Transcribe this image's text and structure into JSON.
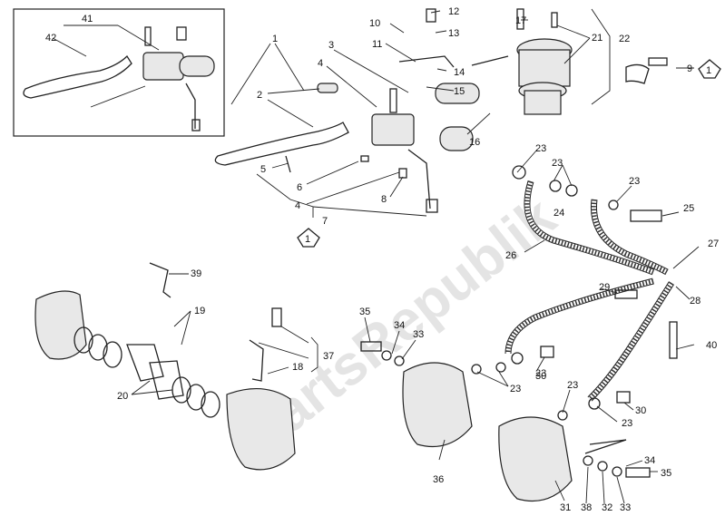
{
  "watermark": "PartsRepublik",
  "labels": [
    "1",
    "2",
    "3",
    "4",
    "4",
    "5",
    "6",
    "7",
    "8",
    "9",
    "10",
    "11",
    "12",
    "13",
    "14",
    "15",
    "16",
    "17",
    "19",
    "18",
    "20",
    "21",
    "22",
    "23",
    "23",
    "23",
    "23",
    "23",
    "23",
    "23",
    "24",
    "25",
    "26",
    "27",
    "28",
    "29",
    "30",
    "30",
    "31",
    "32",
    "33",
    "33",
    "34",
    "34",
    "35",
    "35",
    "36",
    "37",
    "38",
    "39",
    "40",
    "41",
    "42"
  ],
  "triangle_marks": [
    "1",
    "1"
  ]
}
